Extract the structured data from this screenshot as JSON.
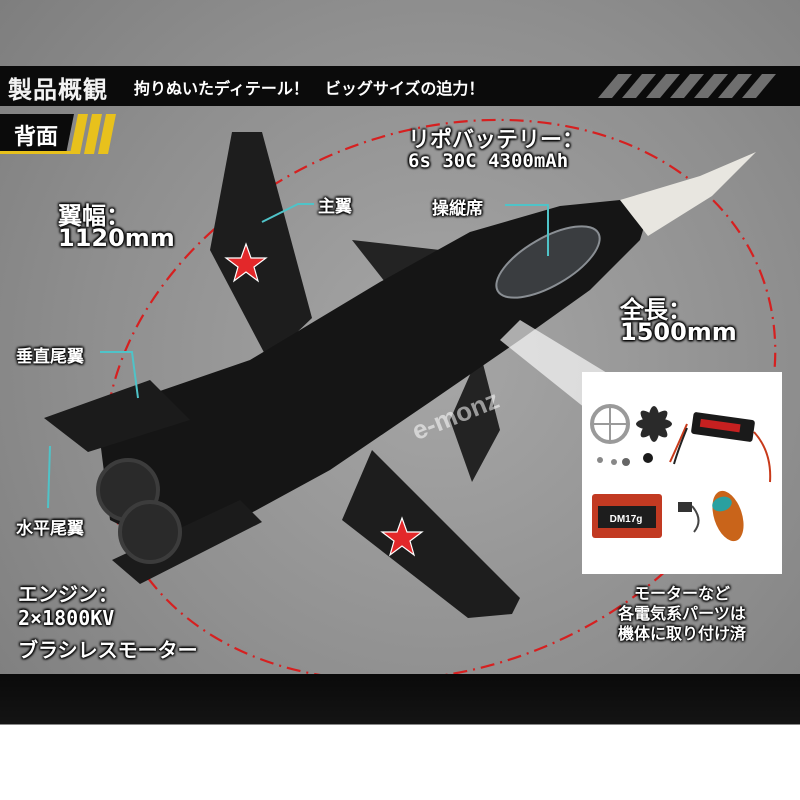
{
  "header": {
    "title": "製品概観",
    "subtitle": "拘りぬいたディテール！　ビッグサイズの迫力！"
  },
  "tag": {
    "label": "背面"
  },
  "specs": {
    "battery_label": "リポバッテリー：",
    "battery_value": "6s 30C 4300mAh",
    "wingspan_label": "翼幅：",
    "wingspan_value": "1120mm",
    "length_label": "全長：",
    "length_value": "1500mm",
    "engine_label": "エンジン：",
    "engine_value": "2×1800KV",
    "engine_type": "ブラシレスモーター"
  },
  "callouts": {
    "main_wing": "主翼",
    "cockpit": "操縦席",
    "vertical_tail": "垂直尾翼",
    "horizontal_tail": "水平尾翼"
  },
  "inset": {
    "caption_line1": "モーターなど",
    "caption_line2": "各電気系パーツは",
    "caption_line3": "機体に取り付け済",
    "servo_text": "DM17g"
  },
  "watermark": "e-monz",
  "colors": {
    "header_bg": "#0b0b0b",
    "tag_yellow": "#e8c11c",
    "callout_cyan": "#4fc3c8",
    "orbit_red": "#d62020",
    "star_red": "#e3282a"
  }
}
